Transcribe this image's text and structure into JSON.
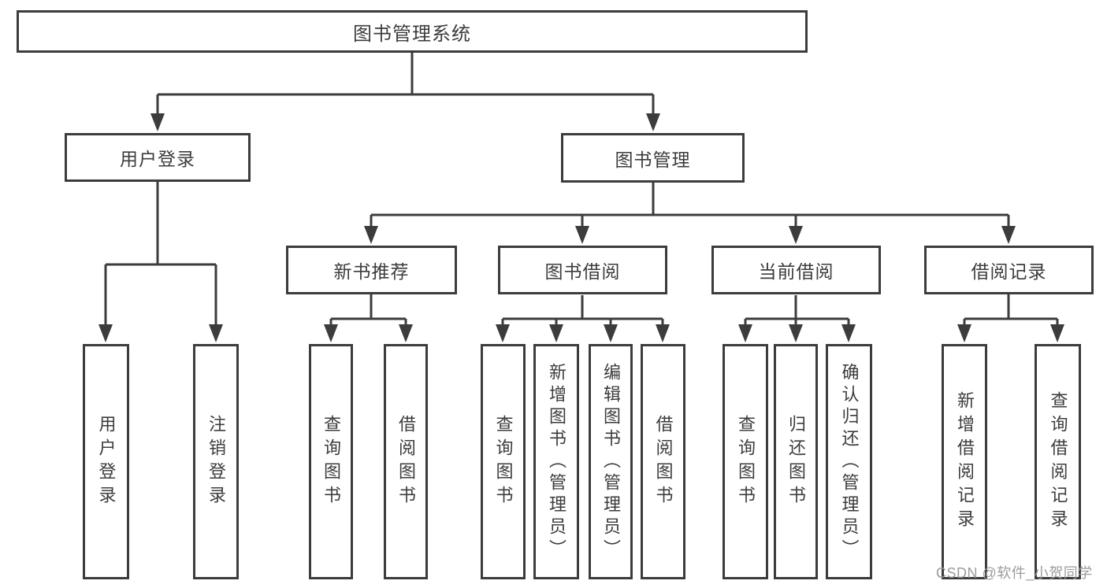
{
  "diagram": {
    "tree": {
      "root": {
        "label": "图书管理系统"
      },
      "branches": [
        {
          "label": "用户登录",
          "children": [
            {
              "label": "用户登录"
            },
            {
              "label": "注销登录"
            }
          ]
        },
        {
          "label": "图书管理",
          "children": [
            {
              "label": "新书推荐",
              "children": [
                {
                  "label": "查询图书"
                },
                {
                  "label": "借阅图书"
                }
              ]
            },
            {
              "label": "图书借阅",
              "children": [
                {
                  "label": "查询图书"
                },
                {
                  "label": "新增图书（管理员）"
                },
                {
                  "label": "编辑图书（管理员）"
                },
                {
                  "label": "借阅图书"
                }
              ]
            },
            {
              "label": "当前借阅",
              "children": [
                {
                  "label": "查询图书"
                },
                {
                  "label": "归还图书"
                },
                {
                  "label": "确认归还（管理员）"
                }
              ]
            },
            {
              "label": "借阅记录",
              "children": [
                {
                  "label": "新增借阅记录"
                },
                {
                  "label": "查询借阅记录"
                }
              ]
            }
          ]
        }
      ]
    },
    "watermark": "CSDN @软件_小贺同学",
    "colors": {
      "line": "#3c3c3c",
      "text": "#3c3c3c",
      "watermark_text": "#9c9c9c",
      "background": "#ffffff"
    }
  }
}
